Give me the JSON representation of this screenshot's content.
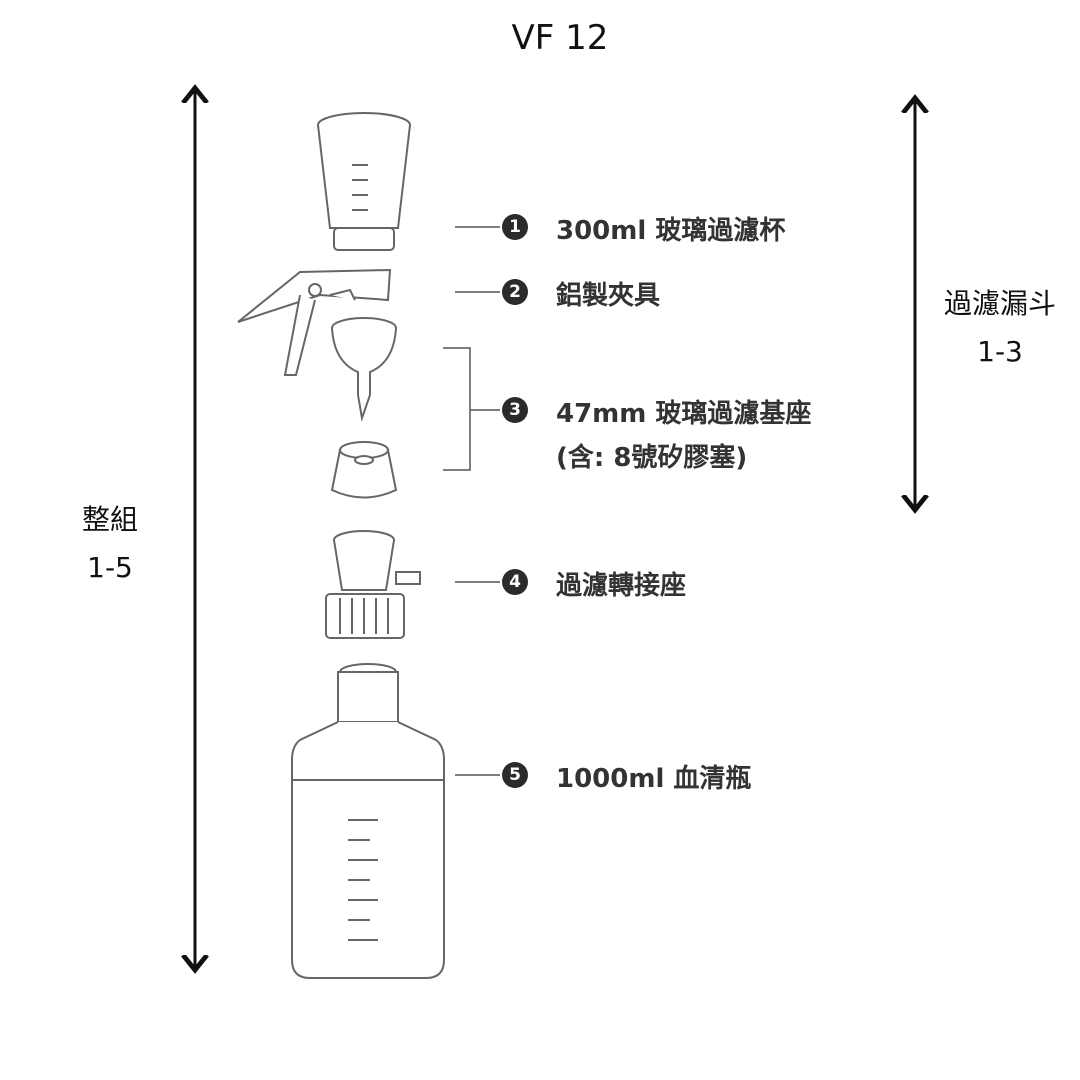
{
  "title": "VF 12",
  "left_range": {
    "name": "整組",
    "range": "1-5"
  },
  "right_range": {
    "name": "過濾漏斗",
    "range": "1-3"
  },
  "parts": [
    {
      "num": "1",
      "label": "300ml 玻璃過濾杯"
    },
    {
      "num": "2",
      "label": "鋁製夾具"
    },
    {
      "num": "3",
      "label": "47mm 玻璃過濾基座",
      "sub": "(含: 8號矽膠塞)"
    },
    {
      "num": "4",
      "label": "過濾轉接座"
    },
    {
      "num": "5",
      "label": "1000ml 血清瓶"
    }
  ]
}
